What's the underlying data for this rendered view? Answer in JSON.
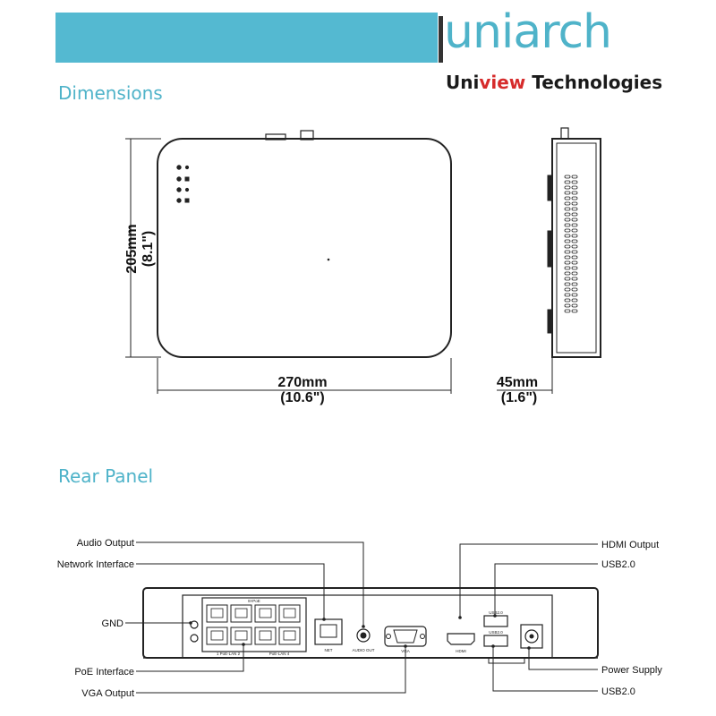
{
  "header": {
    "brand_name": "uniarch",
    "brand_sub_1": "Uni",
    "brand_sub_2": "view",
    "brand_sub_3": " Technologies",
    "bar_color": "#54b9d1",
    "accent_color": "#d62b2b"
  },
  "sections": {
    "dimensions": "Dimensions",
    "rear_panel": "Rear Panel"
  },
  "dimensions": {
    "height_mm": "205mm",
    "height_in": "(8.1\")",
    "width_mm": "270mm",
    "width_in": "(10.6\")",
    "depth_mm": "45mm",
    "depth_in": "(1.6\")"
  },
  "rear_labels": {
    "audio_output": "Audio Output",
    "network_interface": "Network Interface",
    "gnd": "GND",
    "poe_interface": "PoE Interface",
    "vga_output": "VGA Output",
    "hdmi_output": "HDMI Output",
    "usb_top": "USB2.0",
    "power_supply": "Power Supply",
    "usb_bottom": "USB2.0"
  },
  "panel_markings": {
    "poe_header": "8×PoE",
    "poe_sub_1": "1  PoE-LAN  2",
    "poe_sub_2": "PoE-LAN  4",
    "audio_out": "AUDIO OUT",
    "vga": "VGA",
    "hdmi": "HDMI",
    "net": "NET",
    "usb_a": "USB2.0",
    "usb_b": "USB2.0"
  }
}
